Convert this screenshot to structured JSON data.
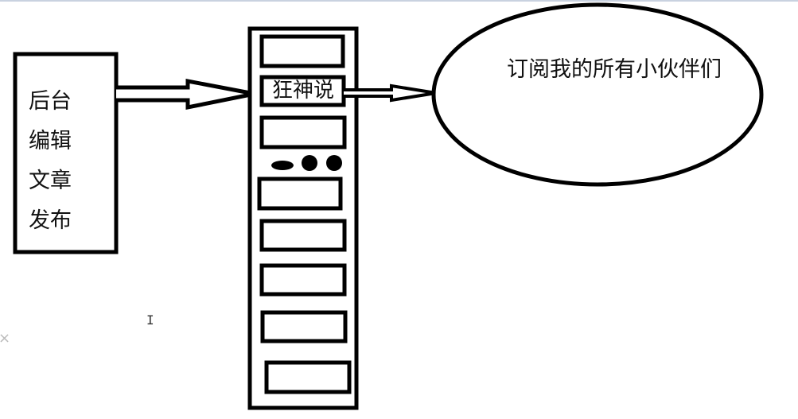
{
  "diagram": {
    "source_box": {
      "lines": [
        "后台",
        "编辑",
        "文章",
        "发布"
      ]
    },
    "server_rack": {
      "highlight_label": "狂神说",
      "slot_count": 9,
      "dots": [
        "ellipse",
        "circle",
        "circle"
      ]
    },
    "target_ellipse": {
      "text": "订阅我的所有小伙伴们"
    },
    "arrows": [
      {
        "from": "source_box",
        "to": "server_rack"
      },
      {
        "from": "server_rack",
        "to": "target_ellipse"
      }
    ]
  },
  "overlays": {
    "text_cursor_icon": "I-beam",
    "close_mark": "×"
  },
  "colors": {
    "stroke": "#000000",
    "background": "#ffffff",
    "top_border": "#c9d2e0"
  }
}
